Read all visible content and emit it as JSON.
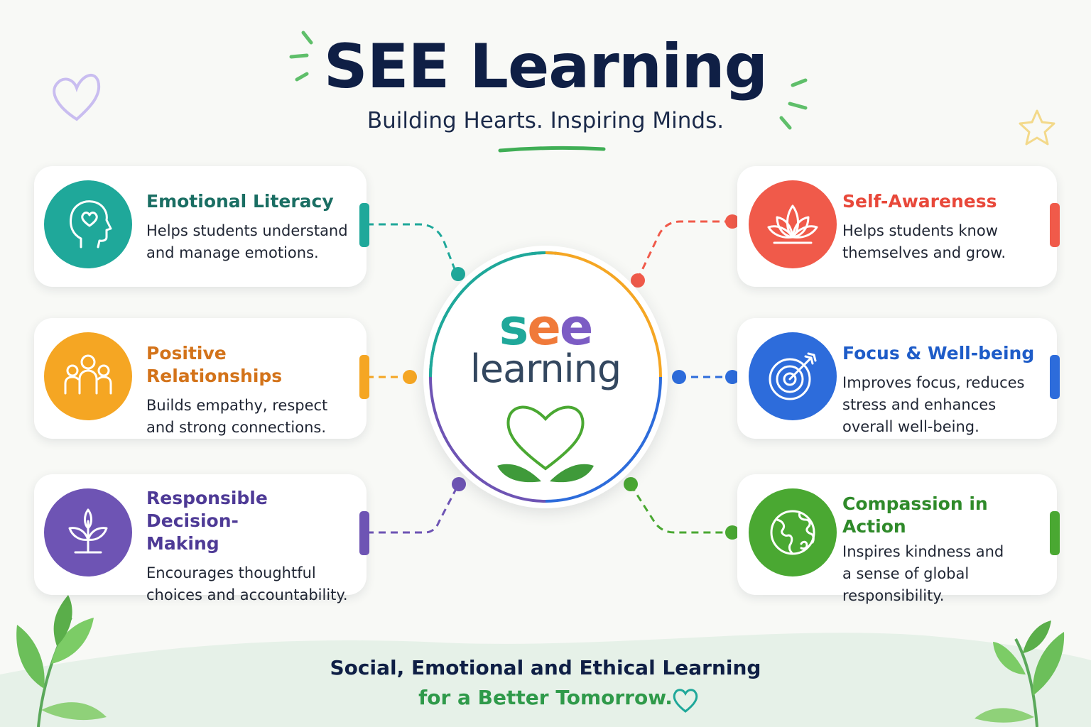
{
  "header": {
    "title": "SEE Learning",
    "subtitle": "Building Hearts. Inspiring Minds."
  },
  "center": {
    "logo_parts": [
      "s",
      "e",
      "e"
    ],
    "logo_word": "learning"
  },
  "cards": [
    {
      "id": "emotional-literacy",
      "title": "Emotional Literacy",
      "description": "Helps students understand and manage emotions.",
      "color": "#1fa89a",
      "icon": "head-heart-icon"
    },
    {
      "id": "positive-relationships",
      "title": "Positive Relationships",
      "description": "Builds empathy, respect and strong connections.",
      "color": "#f5a623",
      "icon": "people-icon"
    },
    {
      "id": "responsible-decision-making",
      "title": "Responsible Decision-Making",
      "description": "Encourages thoughtful choices and accountability.",
      "color": "#6e54b4",
      "icon": "sprout-icon"
    },
    {
      "id": "self-awareness",
      "title": "Self-Awareness",
      "description": "Helps students know themselves and grow.",
      "color": "#f05a4a",
      "icon": "lotus-icon"
    },
    {
      "id": "focus-well-being",
      "title": "Focus & Well-being",
      "description": "Improves focus, reduces stress and enhances overall well-being.",
      "color": "#2d6cdb",
      "icon": "target-icon"
    },
    {
      "id": "compassion-in-action",
      "title": "Compassion in Action",
      "description": "Inspires kindness and a sense of global responsibility.",
      "color": "#4aa832",
      "icon": "globe-icon"
    }
  ],
  "footer": {
    "line1": "Social, Emotional and Ethical Learning",
    "line2": "for a Better Tomorrow."
  },
  "colors": {
    "title": "#0f1f45",
    "background": "#f8f9f6",
    "accent_green": "#2f9a4a"
  }
}
